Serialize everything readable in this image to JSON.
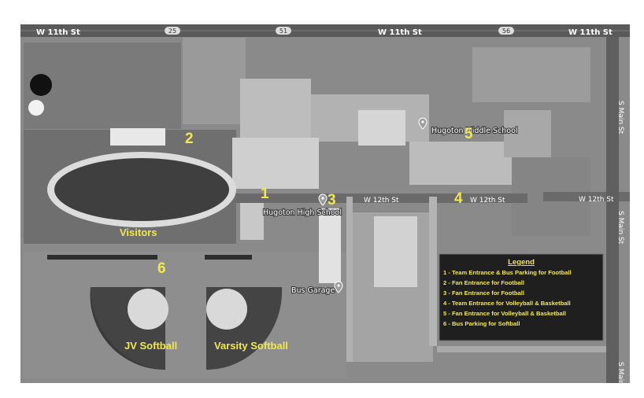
{
  "streets": {
    "w11_left": "W 11th St",
    "w11_mid": "W 11th St",
    "w11_right": "W 11th St",
    "w12_a": "W 12th St",
    "w12_b": "W 12th St",
    "w12_c": "W 12th St",
    "s_main_top": "S Main St",
    "s_main_mid": "S Main St",
    "s_main_bot": "S Main St"
  },
  "route_markers": {
    "m25": "25",
    "m51": "51",
    "m56": "56"
  },
  "places": {
    "middle_school": "Hugoton Middle School",
    "high_school": "Hugoton High School",
    "bus_garage": "Bus Garage"
  },
  "areas": {
    "visitors": "Visitors",
    "jv_softball": "JV Softball",
    "varsity_softball": "Varsity Softball"
  },
  "markers": {
    "m1": "1",
    "m2": "2",
    "m3": "3",
    "m4": "4",
    "m5": "5",
    "m6": "6"
  },
  "legend": {
    "title": "Legend",
    "items": [
      "1 - Team Entrance & Bus Parking for Football",
      "2 - Fan Entrance for Football",
      "3 - Fan Entrance for Football",
      "4 - Team Entrance for Volleyball & Basketball",
      "5 - Fan Entrance for Volleyball & Basketball",
      "6 - Bus Parking for Softball"
    ]
  },
  "colors": {
    "annotation_yellow": "#f3e84a",
    "legend_bg": "#1f1f1f"
  },
  "icons": [
    "map-pin-icon",
    "water-tower-icon"
  ]
}
